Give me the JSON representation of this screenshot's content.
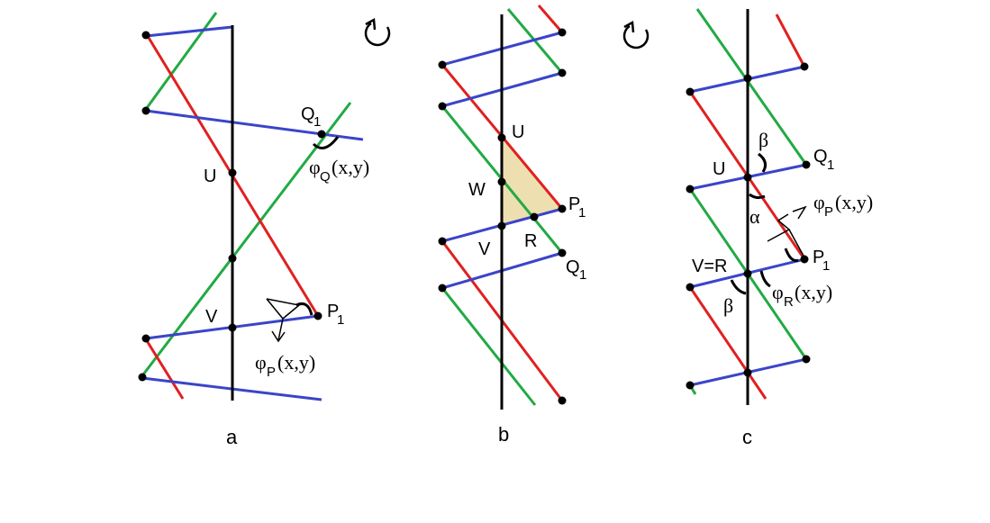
{
  "colors": {
    "axis": "#000000",
    "red": "#e02020",
    "green": "#22aa44",
    "blue": "#3a45c8",
    "shade": "#eedfb0"
  },
  "icons": {
    "rotate": "counterclockwise-arrow-icon"
  },
  "panel_a": {
    "caption": "a",
    "labels": {
      "Q": "Q",
      "Q_sub": "1",
      "U": "U",
      "V": "V",
      "P": "P",
      "P_sub": "1"
    },
    "phiQ": {
      "phi": "φ",
      "sub": "Q",
      "args": "(x,y)"
    },
    "phiP": {
      "phi": "φ",
      "sub": "P",
      "args": "(x,y)"
    }
  },
  "panel_b": {
    "caption": "b",
    "labels": {
      "U": "U",
      "W": "W",
      "V": "V",
      "R": "R",
      "P": "P",
      "P_sub": "1",
      "Q": "Q",
      "Q_sub": "1"
    }
  },
  "panel_c": {
    "caption": "c",
    "labels": {
      "beta_top": "β",
      "Q": "Q",
      "Q_sub": "1",
      "U": "U",
      "alpha": "α",
      "P": "P",
      "P_sub": "1",
      "VR": "V=R",
      "beta_bottom": "β"
    },
    "phiP": {
      "phi": "φ",
      "sub": "P",
      "args": "(x,y)"
    },
    "phiR": {
      "phi": "φ",
      "sub": "R",
      "args": "(x,y)"
    }
  }
}
